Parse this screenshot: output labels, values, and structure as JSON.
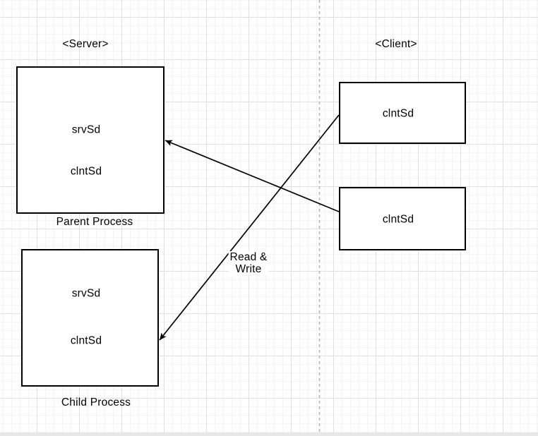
{
  "diagram": {
    "headings": {
      "server": "<Server>",
      "client": "<Client>"
    },
    "nodes": {
      "parent_process": {
        "caption": "Parent Process",
        "fields": [
          "srvSd",
          "clntSd"
        ]
      },
      "child_process": {
        "caption": "Child Process",
        "fields": [
          "srvSd",
          "clntSd"
        ]
      },
      "client_socket_top": {
        "label": "clntSd"
      },
      "client_socket_bottom": {
        "label": "clntSd"
      }
    },
    "edge_label": {
      "line1": "Read &",
      "line2": "Write"
    },
    "colors": {
      "background": "#ffffff",
      "grid_minor": "#f4f4f4",
      "grid_major": "#e0e0e0",
      "shape_fill": "#ffffff",
      "shape_stroke": "#000000",
      "edge_stroke": "#000000",
      "divider": "#b3b3b3",
      "text": "#000000"
    }
  }
}
